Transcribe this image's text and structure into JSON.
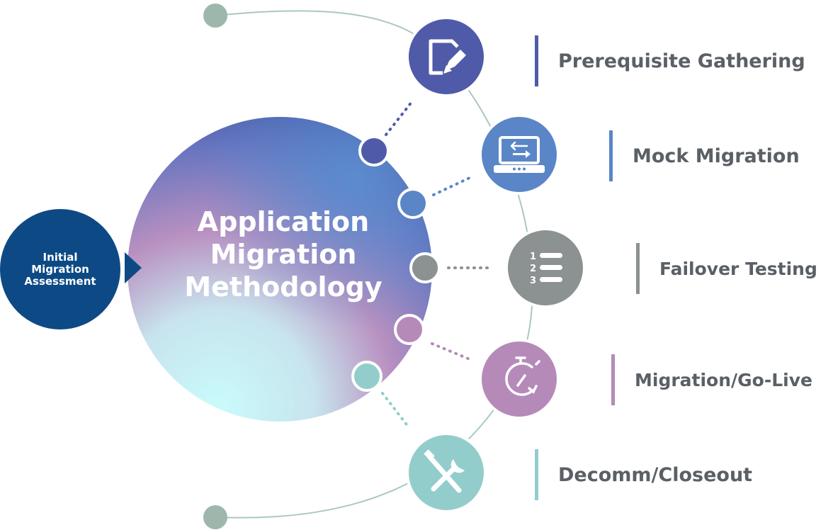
{
  "diagram": {
    "center_title_lines": [
      "Application",
      "Migration",
      "Methodology"
    ],
    "initial_lines": [
      "Initial",
      "Migration",
      "Assessment"
    ],
    "steps": [
      {
        "label": "Prerequisite Gathering",
        "color": "#4f5ba8",
        "icon": "document-edit-icon"
      },
      {
        "label": "Mock Migration",
        "color": "#5a86c7",
        "icon": "laptop-transfer-icon"
      },
      {
        "label": "Failover Testing",
        "color": "#8c9292",
        "icon": "numbered-list-icon"
      },
      {
        "label": "Migration/Go-Live",
        "color": "#b58ab9",
        "icon": "stopwatch-icon"
      },
      {
        "label": "Decomm/Closeout",
        "color": "#92cdcb",
        "icon": "tools-icon"
      }
    ],
    "end_dot_color": "#9db7ad",
    "arc_color": "#a9c9bf",
    "initial_color": "#0d4a85"
  }
}
